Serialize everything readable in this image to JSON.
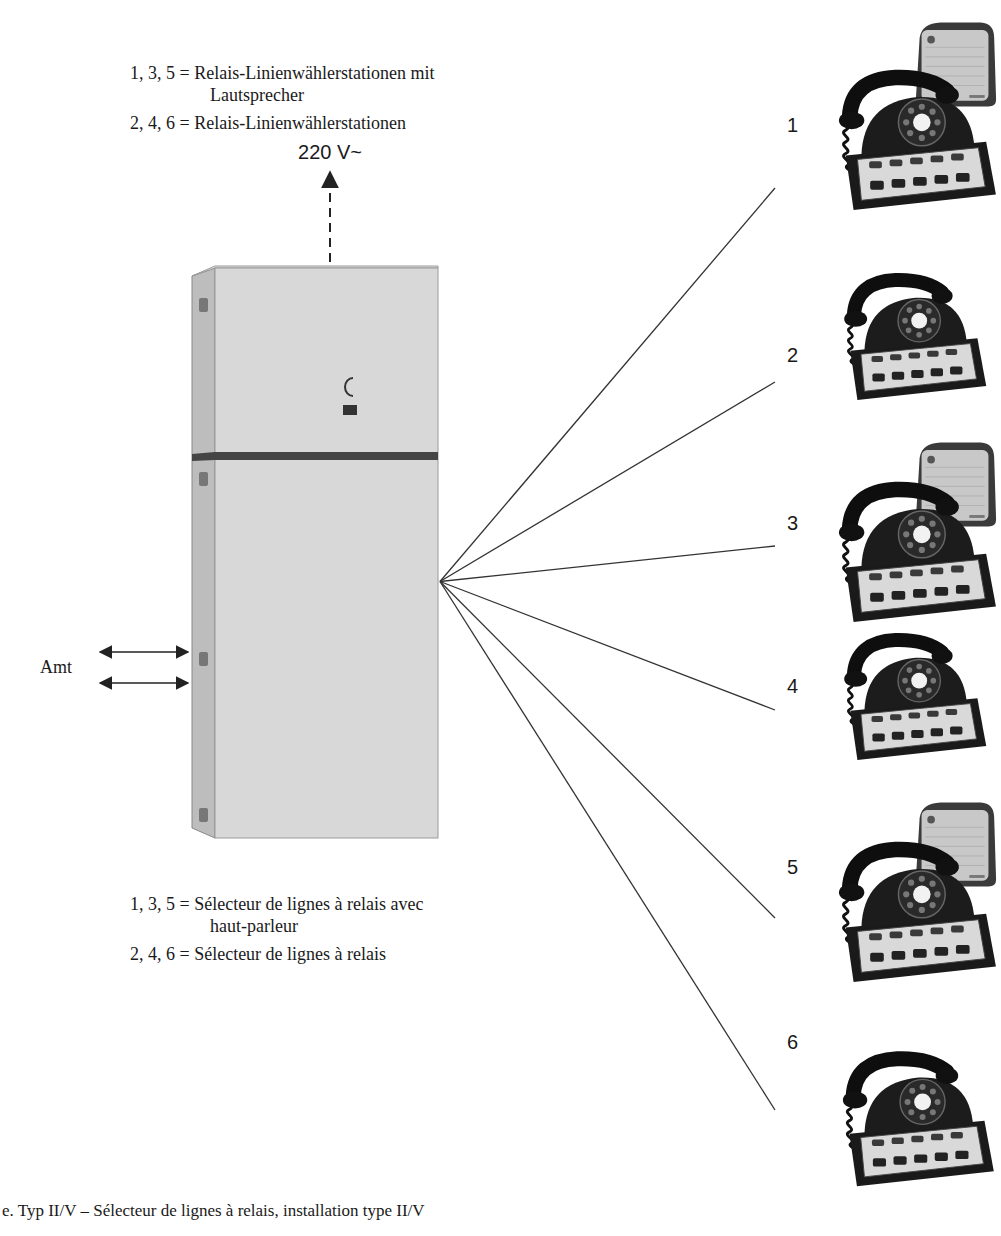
{
  "diagram": {
    "caption": "e. Typ II/V – Sélecteur de lignes à relais, installation type II/V",
    "nodes": [
      {
        "text": [
          "220 V~"
        ]
      },
      {
        "text": [
          "1"
        ]
      },
      {
        "text": [
          "2"
        ]
      },
      {
        "text": [
          "3"
        ]
      },
      {
        "text": [
          "4"
        ]
      },
      {
        "text": [
          "5"
        ]
      },
      {
        "text": [
          "6"
        ]
      }
    ],
    "edges": [
      {
        "from": 0,
        "to": 1,
        "arrow": "none"
      },
      {
        "from": 0,
        "to": 2,
        "arrow": "none"
      },
      {
        "from": 0,
        "to": 3,
        "arrow": "none"
      },
      {
        "from": 0,
        "to": 4,
        "arrow": "none"
      },
      {
        "from": 0,
        "to": 5,
        "arrow": "none"
      },
      {
        "from": 0,
        "to": 6,
        "arrow": "none"
      }
    ],
    "labels": [
      "1, 3, 5 = Relais-Linienwählerstationen mit Lautsprecher",
      "2, 4, 6 = Relais-Linienwählerstationen",
      "Amt",
      "1, 3, 5 = Sélecteur de lignes à relais avec haut-parleur",
      "2, 4, 6 = Sélecteur de lignes à relais"
    ]
  }
}
